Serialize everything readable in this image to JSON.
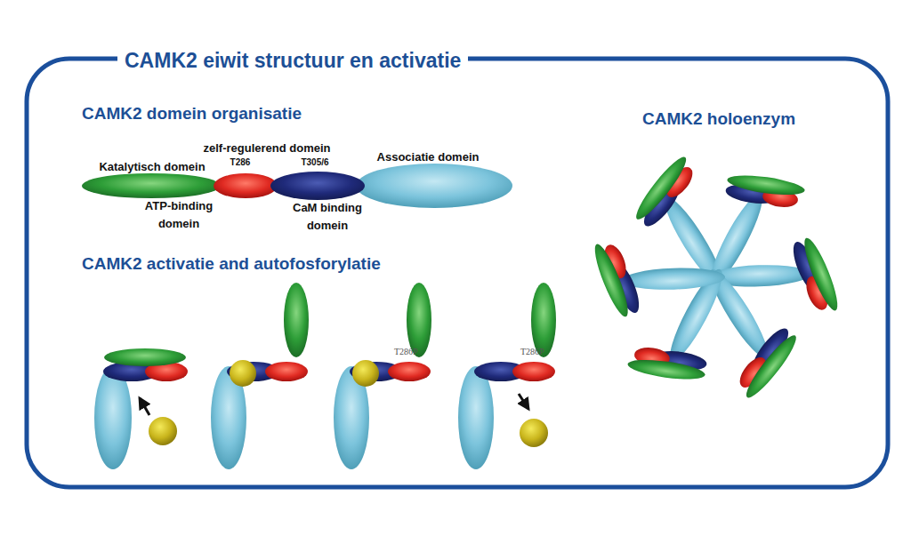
{
  "diagram": {
    "title": "CAMK2 eiwit structuur en activatie",
    "nodes": [
      {
        "text": [
          "Katalytisch domein",
          "ATP-binding domein"
        ]
      },
      {
        "text": [
          "zelf-regulerend domein",
          "T286"
        ]
      },
      {
        "text": [
          "T305/6",
          "CaM binding domein"
        ]
      },
      {
        "text": [
          "Associatie domein"
        ]
      }
    ],
    "labels": [
      "CAMK2 domein organisatie",
      "CAMK2 holoenzym",
      "CAMK2 activatie and autofosforylatie",
      "T286P",
      "T286P"
    ]
  }
}
